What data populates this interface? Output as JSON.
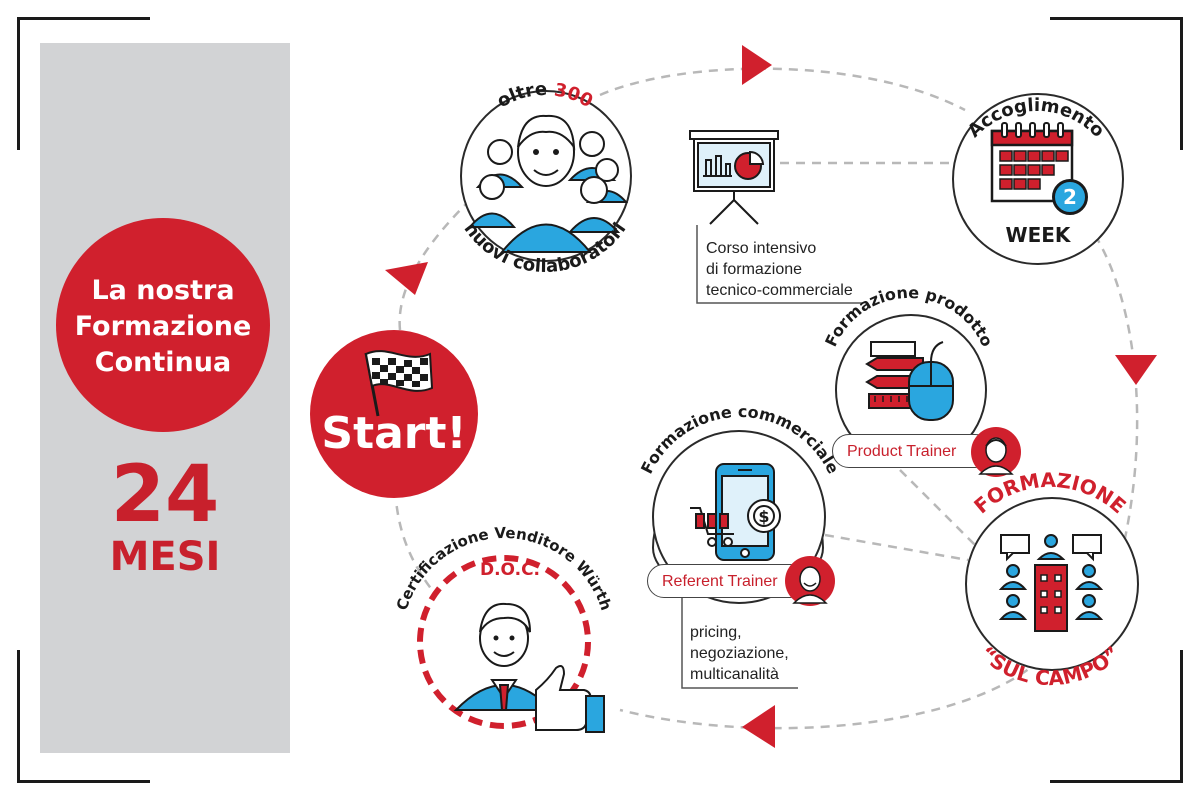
{
  "colors": {
    "accent_red": "#d0202d",
    "accent_blue": "#2aa6df",
    "panel_gray": "#d2d3d5",
    "dark": "#1a1a1a"
  },
  "left_panel": {
    "title_lines": [
      "La nostra",
      "Formazione",
      "Continua"
    ],
    "duration_number": "24",
    "duration_unit": "MESI"
  },
  "start": {
    "label": "Start!",
    "icon": "checkered-flag-icon"
  },
  "steps": {
    "collaboratori": {
      "top_prefix": "oltre ",
      "top_number": "300",
      "bottom": "nuovi collaboratori",
      "icon": "team-icon"
    },
    "corso": {
      "icon": "presentation-board-icon",
      "note_lines": [
        "Corso intensivo",
        "di formazione",
        "tecnico-commerciale"
      ]
    },
    "accoglimento": {
      "title": "Accoglimento",
      "badge": "2",
      "subtitle": "WEEK",
      "icon": "calendar-icon"
    },
    "prodotto": {
      "title": "Formazione prodotto",
      "trainer": "Product Trainer",
      "icon": "product-tools-icon"
    },
    "commerciale": {
      "title": "Formazione commerciale",
      "trainer": "Referent Trainer",
      "icon": "mobile-commerce-icon",
      "note_lines": [
        "pricing,",
        "negoziazione,",
        "multicanalità"
      ]
    },
    "sul_campo": {
      "title": "FORMAZIONE",
      "subtitle": "“SUL CAMPO”",
      "icon": "field-team-icon"
    },
    "certificazione": {
      "title": "Certificazione Venditore Würth",
      "badge": "D.O.C.",
      "icon": "thumbs-up-salesman-icon"
    }
  }
}
